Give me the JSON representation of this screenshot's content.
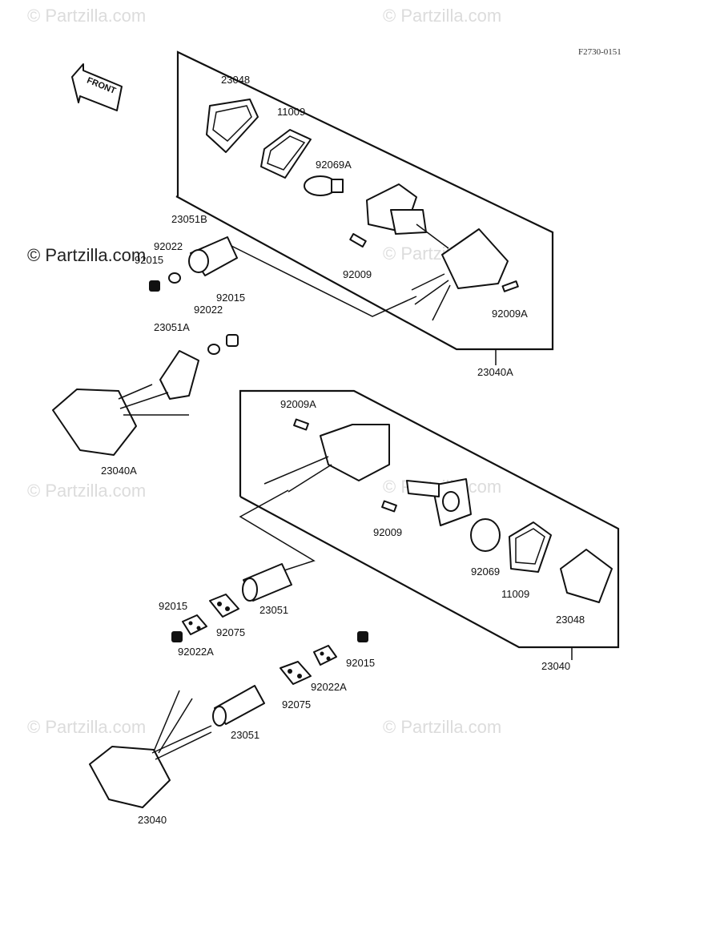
{
  "diagram_code": "F2730-0151",
  "front_arrow_label": "FRONT",
  "copyright_text": "© Partzilla.com",
  "watermark_text": "© Partzilla.com",
  "part_labels": [
    "23048",
    "11009",
    "92069A",
    "23051B",
    "92022",
    "92015",
    "92009",
    "92009A",
    "92015",
    "92022",
    "23051A",
    "23040A",
    "23040A",
    "92009A",
    "92009",
    "92069",
    "11009",
    "23048",
    "23051",
    "92015",
    "92075",
    "92022A",
    "92015",
    "92022A",
    "92075",
    "23051",
    "23040",
    "23040"
  ]
}
